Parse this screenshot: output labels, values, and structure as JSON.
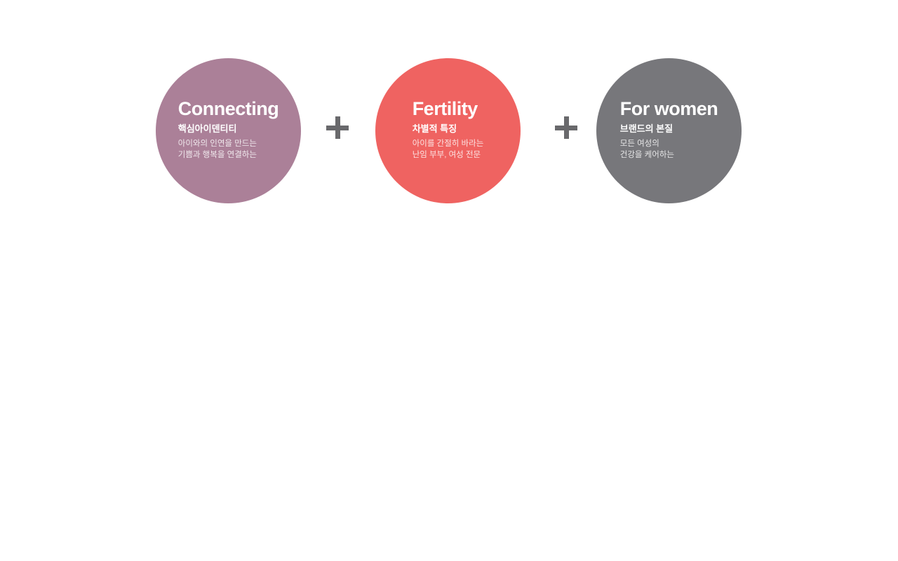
{
  "page": {
    "background": "#ffffff"
  },
  "diagram": {
    "separator": {
      "symbol": "+",
      "color": "#69696c"
    },
    "circles": [
      {
        "name": "connecting",
        "title": "Connecting",
        "subtitle": "핵심아이덴티티",
        "desc_lines": [
          "아이와의 인연을 만드는",
          "기쁨과 행복을 연결하는"
        ],
        "color": "#ab8098",
        "text_color": "#ffffff"
      },
      {
        "name": "fertility",
        "title": "Fertility",
        "subtitle": "차별적 특징",
        "desc_lines": [
          "아이를 간절히 바라는",
          "난임 부부, 여성 전문"
        ],
        "color": "#ef6361",
        "text_color": "#ffffff"
      },
      {
        "name": "for-women",
        "title": "For women",
        "subtitle": "브랜드의 본질",
        "desc_lines": [
          "모든 여성의",
          "건강을 케어하는"
        ],
        "color": "#77777b",
        "text_color": "#ffffff"
      }
    ]
  }
}
